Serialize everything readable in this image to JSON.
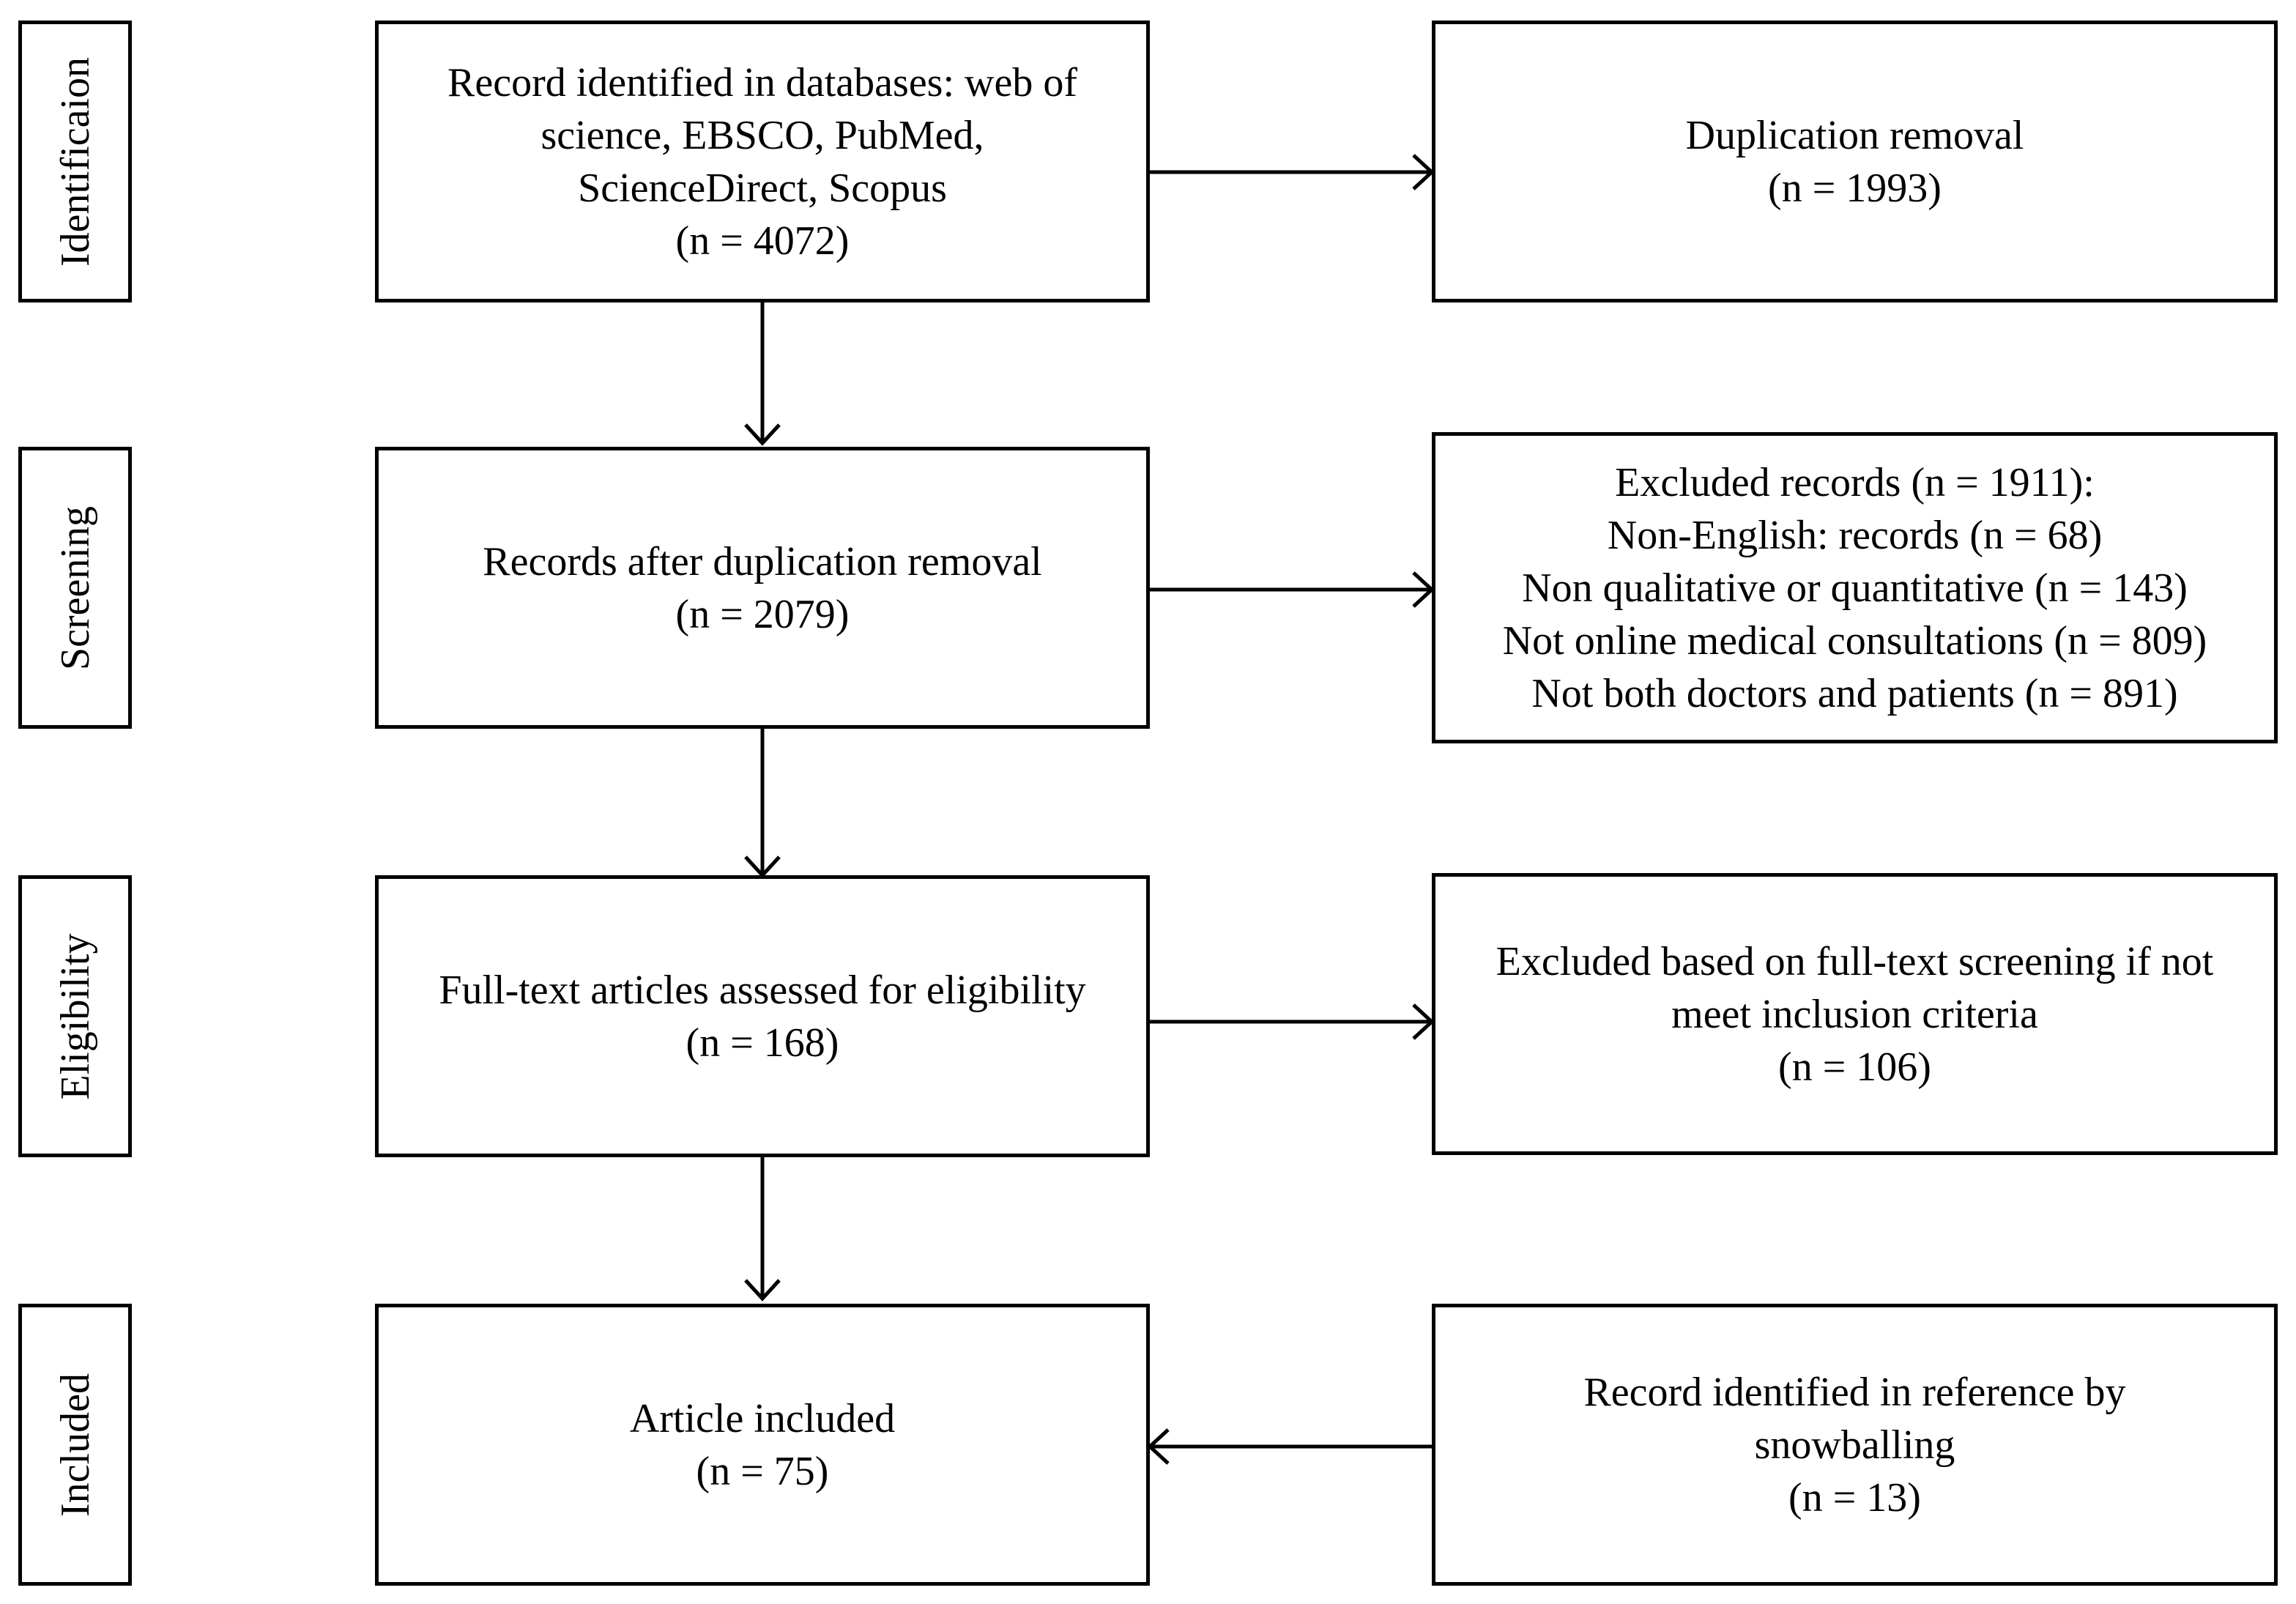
{
  "stages": {
    "identification": "Identificaion",
    "screening": "Screening",
    "eligibility": "Eligibility",
    "included": "Included"
  },
  "boxes": {
    "identified": {
      "lines": [
        "Record identified in databases: web of",
        "science, EBSCO, PubMed,",
        "ScienceDirect, Scopus"
      ],
      "count": "(n = 4072)"
    },
    "duplication": {
      "lines": [
        "Duplication removal"
      ],
      "count": "(n = 1993)"
    },
    "after_dedup": {
      "lines": [
        "Records after duplication removal"
      ],
      "count": "(n = 2079)"
    },
    "excluded_records": {
      "lines": [
        "Excluded records (n = 1911):",
        "Non-English: records (n = 68)",
        "Non qualitative or quantitative (n = 143)",
        "Not online medical consultations (n = 809)",
        "Not both doctors and patients (n = 891)"
      ]
    },
    "fulltext": {
      "lines": [
        "Full-text articles assessed for eligibility"
      ],
      "count": "(n = 168)"
    },
    "excluded_fulltext": {
      "lines": [
        "Excluded based on full-text screening if not",
        "meet inclusion criteria"
      ],
      "count": "(n = 106)"
    },
    "included": {
      "lines": [
        "Article included"
      ],
      "count": "(n = 75)"
    },
    "snowballing": {
      "lines": [
        "Record identified in reference by",
        "snowballing"
      ],
      "count": "(n = 13)"
    }
  }
}
